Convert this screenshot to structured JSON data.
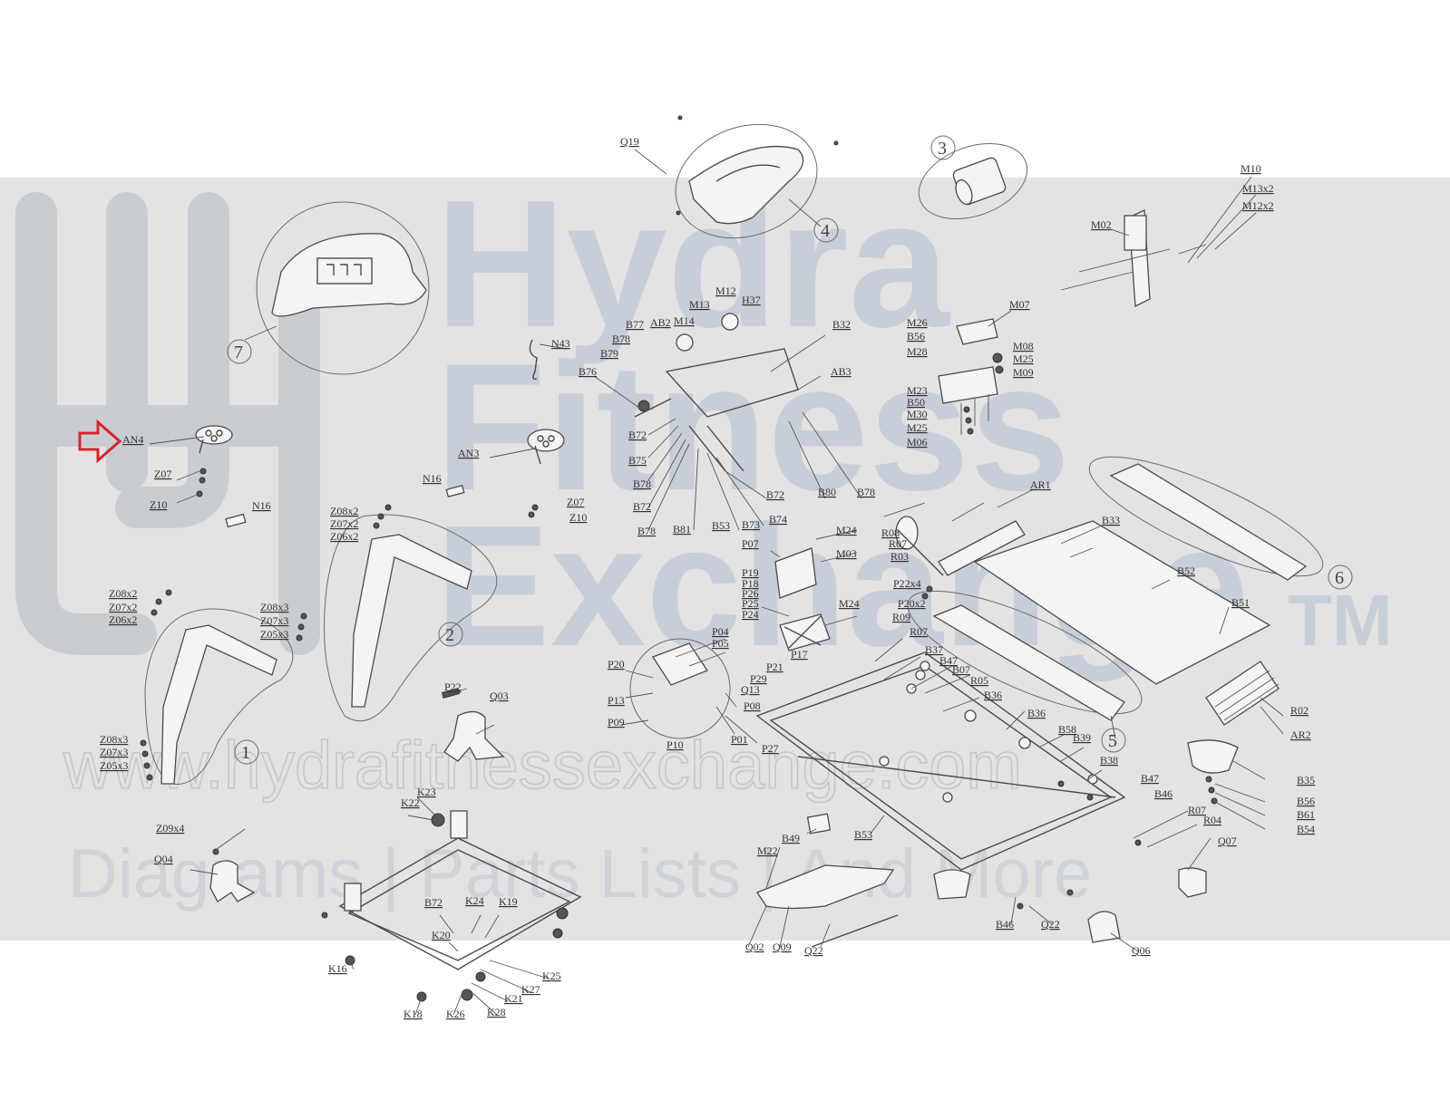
{
  "watermark": {
    "brand_line1": "Hydra",
    "brand_line2": "Fitness",
    "brand_line3": "Exchange",
    "trademark": "TM",
    "url": "www.hydrafitnessexchange.com",
    "tagline": "Diagrams | Parts Lists | And More"
  },
  "callouts": [
    "1",
    "2",
    "3",
    "4",
    "5",
    "6",
    "7"
  ],
  "labels": {
    "Q19": "Q19",
    "M10": "M10",
    "M13x2": "M13x2",
    "M12x2": "M12x2",
    "M02": "M02",
    "M07": "M07",
    "N43": "N43",
    "M12": "M12",
    "M13": "M13",
    "H37": "H37",
    "AB2": "AB2",
    "M14": "M14",
    "B77": "B77",
    "B78a": "B78",
    "B79": "B79",
    "B32": "B32",
    "M26": "M26",
    "B56a": "B56",
    "M28": "M28",
    "M08": "M08",
    "M25a": "M25",
    "M09": "M09",
    "M23": "M23",
    "B50": "B50",
    "M30": "M30",
    "M25b": "M25",
    "M06": "M06",
    "B76": "B76",
    "AB3": "AB3",
    "AN4": "AN4",
    "B72a": "B72",
    "AN3": "AN3",
    "B75": "B75",
    "Z07a": "Z07",
    "Z10a": "Z10",
    "N16a": "N16",
    "B78b": "B78",
    "B72b": "B72",
    "B80": "B80",
    "B78c": "B78",
    "B72c": "B72",
    "Z07b": "Z07",
    "Z10b": "Z10",
    "AR1": "AR1",
    "N16b": "N16",
    "Z08x2a": "Z08x2",
    "Z07x2a": "Z07x2",
    "Z06x2a": "Z06x2",
    "B78d": "B78",
    "B81": "B81",
    "B53a": "B53",
    "B73": "B73",
    "B74": "B74",
    "B33": "B33",
    "M24a": "M24",
    "R08": "R08",
    "R07a": "R07",
    "M03": "M03",
    "P07": "P07",
    "R03": "R03",
    "B52": "B52",
    "Z08x2b": "Z08x2",
    "Z07x2b": "Z07x2",
    "Z06x2b": "Z06x2",
    "P19": "P19",
    "P18": "P18",
    "P26": "P26",
    "P25": "P25",
    "P24": "P24",
    "P22x4": "P22x4",
    "P20x2": "P20x2",
    "B51": "B51",
    "Z08x3a": "Z08x3",
    "Z07x3a": "Z07x3",
    "Z05x3a": "Z05x3",
    "M24b": "M24",
    "R09": "R09",
    "P04": "P04",
    "P05": "P05",
    "R07b": "R07",
    "P17": "P17",
    "B37": "B37",
    "B47a": "B47",
    "B07": "B07",
    "P20": "P20",
    "P21": "P21",
    "P29": "P29",
    "Q13": "Q13",
    "R05": "R05",
    "P22": "P22",
    "Q03": "Q03",
    "B36a": "B36",
    "B36b": "B36",
    "P13": "P13",
    "R02": "R02",
    "P08": "P08",
    "B58": "B58",
    "B39": "B39",
    "P09": "P09",
    "P01": "P01",
    "AR2": "AR2",
    "Z08x3b": "Z08x3",
    "Z07x3b": "Z07x3",
    "Z05x3b": "Z05x3",
    "P10": "P10",
    "P27": "P27",
    "B38": "B38",
    "B35": "B35",
    "B47b": "B47",
    "B46a": "B46",
    "B56b": "B56",
    "K23": "K23",
    "K22": "K22",
    "R07c": "R07",
    "B61": "B61",
    "R04": "R04",
    "B54": "B54",
    "Z09x4": "Z09x4",
    "B49": "B49",
    "B53b": "B53",
    "Q07": "Q07",
    "M22": "M22",
    "Q04": "Q04",
    "B72d": "B72",
    "K24": "K24",
    "K19": "K19",
    "B46b": "B46",
    "Q22a": "Q22",
    "Q02": "Q02",
    "Q09": "Q09",
    "Q22b": "Q22",
    "Q06": "Q06",
    "K20": "K20",
    "K16": "K16",
    "K25": "K25",
    "K27": "K27",
    "K21": "K21",
    "K18": "K18",
    "K26": "K26",
    "K28": "K28"
  },
  "colors": {
    "highlight_arrow": "#d8232a",
    "watermark_band": "#e3e3e3"
  }
}
